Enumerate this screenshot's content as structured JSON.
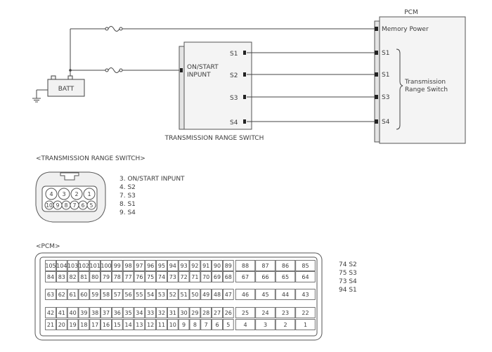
{
  "pcm": {
    "title": "PCM",
    "pins": [
      "Memory Power",
      "S1",
      "S1",
      "S3",
      "S4"
    ],
    "bracket_label": [
      "Transmission",
      "Range Switch"
    ]
  },
  "batt": {
    "label": "BATT"
  },
  "switch_box": {
    "input_label": [
      "ON/START",
      "INPUNT"
    ],
    "outputs": [
      "S1",
      "S2",
      "S3",
      "S4"
    ],
    "caption": "TRANSMISSION RANGE SWITCH"
  },
  "connector_trs": {
    "heading": "<TRANSMISSION RANGE SWITCH>",
    "top_row": [
      "4",
      "3",
      "2",
      "1"
    ],
    "bottom_row": [
      "10",
      "9",
      "8",
      "7",
      "6",
      "5"
    ],
    "legend": [
      "3. ON/START INPUNT",
      "4. S2",
      "7. S3",
      "8. S1",
      "9. S4"
    ]
  },
  "connector_pcm": {
    "heading": "<PCM>",
    "group1_row1": [
      "105",
      "104",
      "103",
      "102",
      "101",
      "100",
      "99",
      "98",
      "97",
      "96",
      "95",
      "94",
      "93",
      "92",
      "91",
      "90",
      "89"
    ],
    "group1_row2": [
      "84",
      "83",
      "82",
      "81",
      "80",
      "79",
      "78",
      "77",
      "76",
      "75",
      "74",
      "73",
      "72",
      "71",
      "70",
      "69",
      "68"
    ],
    "group1_row3": [
      "63",
      "62",
      "61",
      "60",
      "59",
      "58",
      "57",
      "56",
      "55",
      "54",
      "53",
      "52",
      "51",
      "50",
      "49",
      "48",
      "47"
    ],
    "group1_row4": [
      "42",
      "41",
      "40",
      "39",
      "38",
      "37",
      "36",
      "35",
      "34",
      "33",
      "32",
      "31",
      "30",
      "29",
      "28",
      "27",
      "26"
    ],
    "group1_row5": [
      "21",
      "20",
      "19",
      "18",
      "17",
      "16",
      "15",
      "14",
      "13",
      "12",
      "11",
      "10",
      "9",
      "8",
      "7",
      "6",
      "5"
    ],
    "group2_row1": [
      "88",
      "87",
      "86",
      "85"
    ],
    "group2_row2": [
      "67",
      "66",
      "65",
      "64"
    ],
    "group2_row3": [
      "46",
      "45",
      "44",
      "43"
    ],
    "group2_row4": [
      "25",
      "24",
      "23",
      "22"
    ],
    "group2_row5": [
      "4",
      "3",
      "2",
      "1"
    ],
    "legend": [
      "74  S2",
      "75  S3",
      "73  S4",
      "94  S1"
    ]
  }
}
